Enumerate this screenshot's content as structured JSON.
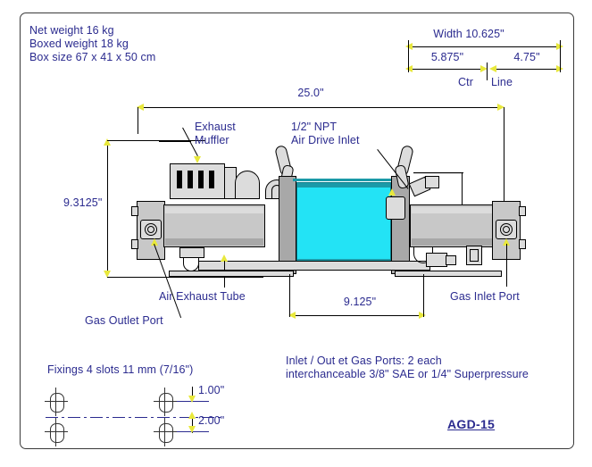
{
  "drawing": {
    "model": "AGD-15",
    "notes_top_left": [
      "Net weight 16 kg",
      "Boxed weight 18 kg",
      "Box size 67 x 41 x 50 cm"
    ],
    "width_block": {
      "total_label": "Width 10.625\"",
      "left_label": "5.875\"",
      "right_label": "4.75\"",
      "ctr_label": "Ctr",
      "line_label": "Line"
    },
    "dimensions": {
      "overall_length": "25.0\"",
      "overall_height": "9.3125\"",
      "port_spacing": "9.125\"",
      "fixing_offset_top": "1.00\"",
      "fixing_offset_bottom": "2.00\""
    },
    "callouts": {
      "exhaust_muffler": "Exhaust\nMuffler",
      "air_drive_inlet": "1/2\" NPT\nAir Drive Inlet",
      "gas_outlet_port": "Gas Outlet Port",
      "air_exhaust_tube": "Air Exhaust Tube",
      "gas_inlet_port": "Gas Inlet Port"
    },
    "notes_bottom": {
      "fixings": "Fixings 4 slots 11 mm (7/16\")",
      "ports_line1": "Inlet / Out et Gas Ports: 2 each",
      "ports_line2": "interchanceable 3/8\" SAE or 1/4\" Superpressure"
    },
    "colors": {
      "text": "#2b2b8f",
      "cylinder": "#23e3f5",
      "cylinder_edge": "#1b9aa8",
      "body": "#c8c8c8",
      "arrow": "#e8e83c",
      "frame": "#3a3a3a"
    }
  }
}
